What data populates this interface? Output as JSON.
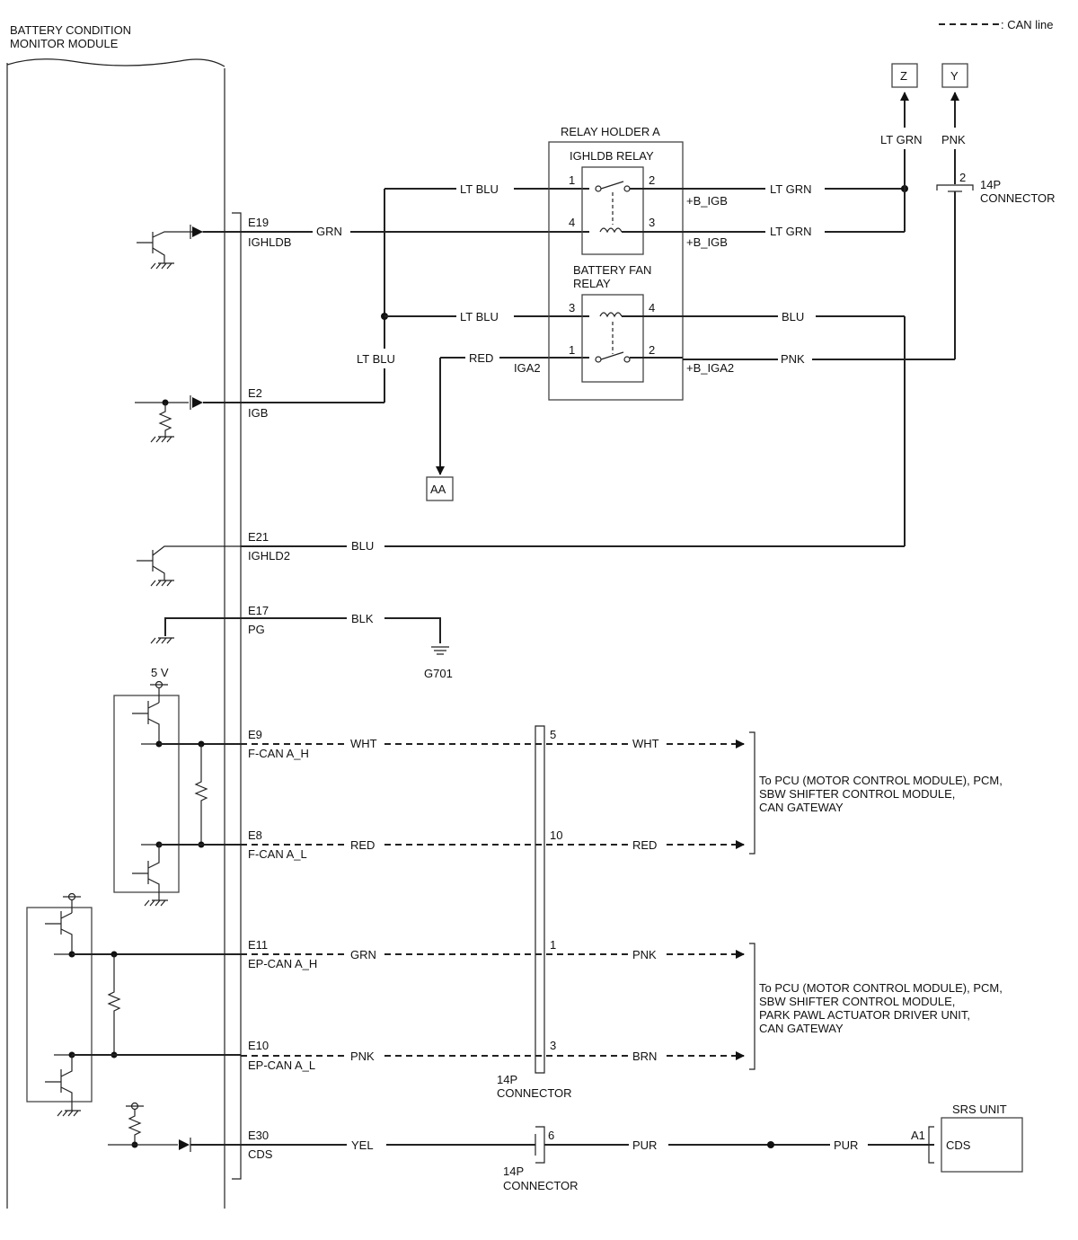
{
  "legend": {
    "can_line": ": CAN line"
  },
  "module": {
    "title_line1": "BATTERY CONDITION",
    "title_line2": "MONITOR MODULE"
  },
  "pins": {
    "e19": {
      "id": "E19",
      "name": "IGHLDB"
    },
    "e2": {
      "id": "E2",
      "name": "IGB"
    },
    "e21": {
      "id": "E21",
      "name": "IGHLD2"
    },
    "e17": {
      "id": "E17",
      "name": "PG"
    },
    "e9": {
      "id": "E9",
      "name": "F-CAN A_H"
    },
    "e8": {
      "id": "E8",
      "name": "F-CAN A_L"
    },
    "e11": {
      "id": "E11",
      "name": "EP-CAN A_H"
    },
    "e10": {
      "id": "E10",
      "name": "EP-CAN A_L"
    },
    "e30": {
      "id": "E30",
      "name": "CDS"
    }
  },
  "supply": {
    "five_v": "5 V"
  },
  "relay_holder": {
    "title": "RELAY HOLDER A",
    "ighldb_relay": "IGHLDB RELAY",
    "fan_relay_line1": "BATTERY FAN",
    "fan_relay_line2": "RELAY",
    "terminals": {
      "t1a": "1",
      "t2a": "2",
      "t4a": "4",
      "t3a": "3",
      "t3b": "3",
      "t4b": "4",
      "t1b": "1",
      "t2b": "2"
    }
  },
  "wires": {
    "lt_blu_top": "LT BLU",
    "grn_e19": "GRN",
    "lt_blu_mid": "LT BLU",
    "lt_blu_vert": "LT BLU",
    "red_iga": "RED",
    "lt_grn_1": "LT GRN",
    "lt_grn_2": "LT GRN",
    "lt_grn_z": "LT GRN",
    "pnk_y": "PNK",
    "blu_fan": "BLU",
    "pnk_fan": "PNK",
    "blu_e21": "BLU",
    "blk_e17": "BLK",
    "wht_e9": "WHT",
    "wht_out": "WHT",
    "red_e8": "RED",
    "red_out": "RED",
    "grn_e11": "GRN",
    "pnk_out": "PNK",
    "pnk_e10": "PNK",
    "brn_out": "BRN",
    "yel_e30": "YEL",
    "pur_1": "PUR",
    "pur_2": "PUR"
  },
  "signals": {
    "b_igb_1": "+B_IGB",
    "b_igb_2": "+B_IGB",
    "iga2": "IGA2",
    "b_iga2": "+B_IGA2"
  },
  "connectors": {
    "z": "Z",
    "y": "Y",
    "aa": "AA",
    "c14p_top_pin": "2",
    "c14p_top_line1": "14P",
    "c14p_top_line2": "CONNECTOR",
    "c14p_mid_pins": {
      "p5": "5",
      "p10": "10",
      "p1": "1",
      "p3": "3"
    },
    "c14p_mid_line1": "14P",
    "c14p_mid_line2": "CONNECTOR",
    "c14p_bot_pin": "6",
    "c14p_bot_line1": "14P",
    "c14p_bot_line2": "CONNECTOR"
  },
  "ground": {
    "g701": "G701"
  },
  "destinations": {
    "fcan": [
      "To PCU (MOTOR CONTROL MODULE), PCM,",
      "SBW SHIFTER CONTROL MODULE,",
      "CAN GATEWAY"
    ],
    "epcan": [
      "To PCU (MOTOR CONTROL MODULE), PCM,",
      "SBW SHIFTER CONTROL MODULE,",
      "PARK PAWL ACTUATOR DRIVER UNIT,",
      "CAN GATEWAY"
    ]
  },
  "srs": {
    "title": "SRS UNIT",
    "pin": "A1",
    "terminal": "CDS"
  }
}
